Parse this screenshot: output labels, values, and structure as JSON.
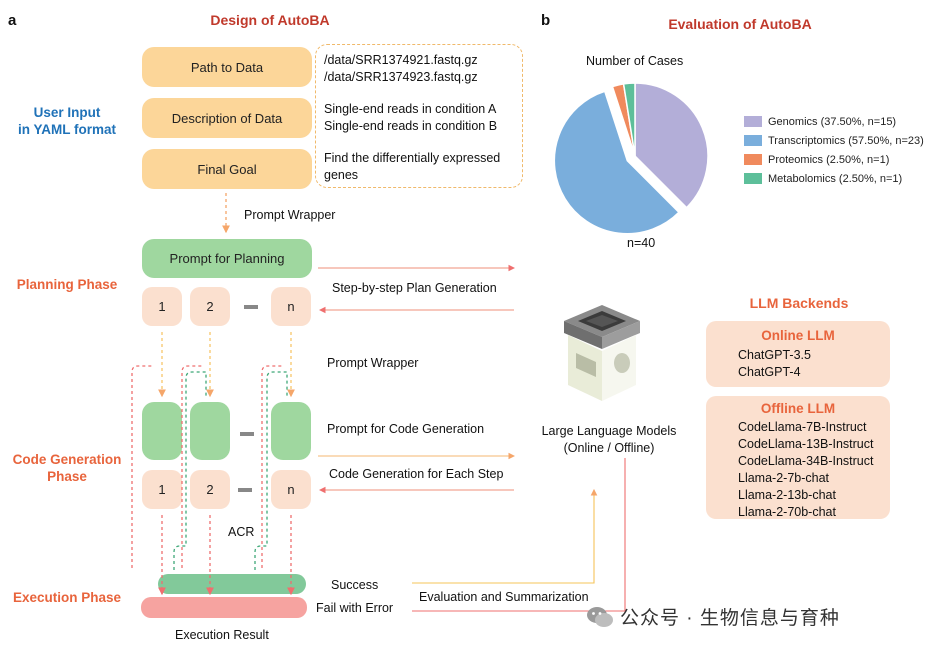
{
  "panel_a": {
    "letter": "a",
    "title": "Design of AutoBA",
    "user_input_label": "User Input\nin YAML format",
    "inputs": [
      {
        "label": "Path to Data",
        "value_lines": [
          "/data/SRR1374921.fastq.gz",
          "/data/SRR1374923.fastq.gz"
        ]
      },
      {
        "label": "Description of Data",
        "value_lines": [
          "Single-end reads in condition A",
          "Single-end reads in condition B"
        ]
      },
      {
        "label": "Final Goal",
        "value_lines": [
          "Find the differentially expressed",
          "genes"
        ]
      }
    ],
    "prompt_wrapper_1": "Prompt Wrapper",
    "planning_phase": "Planning Phase",
    "prompt_for_planning": "Prompt for Planning",
    "step_by_step": "Step-by-step Plan Generation",
    "steps": [
      "1",
      "2",
      "n"
    ],
    "prompt_wrapper_2": "Prompt Wrapper",
    "code_generation_phase": "Code Generation\nPhase",
    "prompt_for_code": "Prompt for Code Generation",
    "code_gen_each_step": "Code Generation for Each Step",
    "acr": "ACR",
    "execution_phase": "Execution Phase",
    "success": "Success",
    "fail": "Fail with Error",
    "evaluation_summary": "Evaluation and Summarization",
    "execution_result": "Execution Result",
    "llm_label": "Large Language Models\n(Online / Offline)"
  },
  "panel_b": {
    "letter": "b",
    "title": "Evaluation of AutoBA",
    "pie_title": "Number of Cases",
    "pie_n": "n=40",
    "legend": [
      {
        "label": "Genomics (37.50%, n=15)",
        "color": "#b3aed8"
      },
      {
        "label": "Transcriptomics (57.50%, n=23)",
        "color": "#7aaedc"
      },
      {
        "label": "Proteomics (2.50%, n=1)",
        "color": "#f08a5d"
      },
      {
        "label": "Metabolomics (2.50%, n=1)",
        "color": "#5dbf9a"
      }
    ]
  },
  "chart_data": {
    "type": "pie",
    "title": "Number of Cases",
    "categories": [
      "Genomics",
      "Transcriptomics",
      "Proteomics",
      "Metabolomics"
    ],
    "values": [
      15,
      23,
      1,
      1
    ],
    "percentages": [
      37.5,
      57.5,
      2.5,
      2.5
    ],
    "total": 40,
    "colors": [
      "#b3aed8",
      "#7aaedc",
      "#f08a5d",
      "#5dbf9a"
    ],
    "exploded": "Transcriptomics"
  },
  "llm_backends": {
    "title": "LLM Backends",
    "online_title": "Online LLM",
    "online": [
      "ChatGPT-3.5",
      "ChatGPT-4"
    ],
    "offline_title": "Offline LLM",
    "offline": [
      "CodeLlama-7B-Instruct",
      "CodeLlama-13B-Instruct",
      "CodeLlama-34B-Instruct",
      "Llama-2-7b-chat",
      "Llama-2-13b-chat",
      "Llama-2-70b-chat"
    ]
  },
  "watermark": "公众号 · 生物信息与育种",
  "icons": [
    "chip-server-icon",
    "wechat-icon"
  ]
}
